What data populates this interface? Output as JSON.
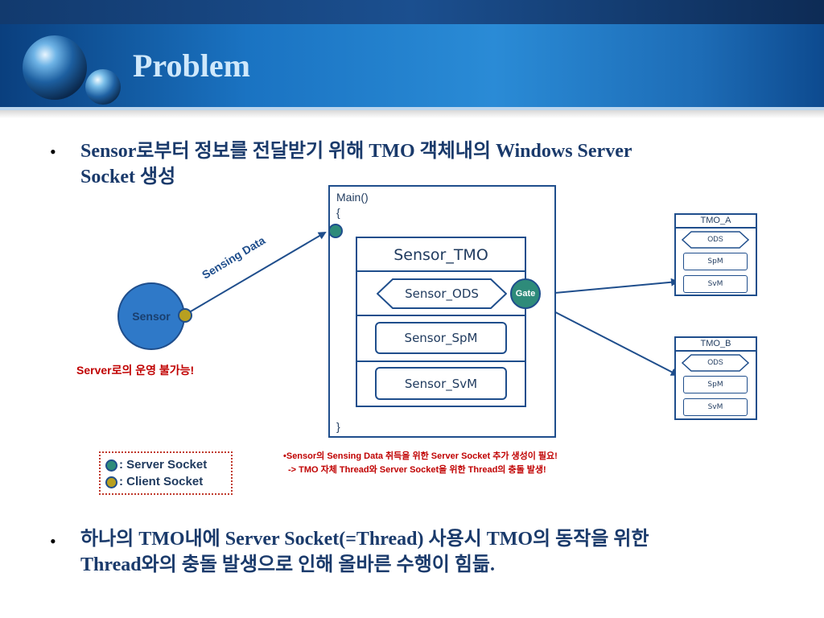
{
  "slide": {
    "title": "Problem",
    "bullet1": {
      "line1": "Sensor로부터 정보를 전달받기 위해 TMO 객체내의 Windows Server",
      "line2": "Socket 생성"
    },
    "bullet2": {
      "line1": "하나의 TMO내에 Server Socket(=Thread) 사용시 TMO의 동작을 위한",
      "line2": "Thread와의 충돌 발생으로 인해 올바른 수행이 힘듦."
    },
    "bullet_glyph": "•"
  },
  "diagram": {
    "main_open": "Main()",
    "brace_open": "{",
    "brace_close": "}",
    "sensor_tmo_title": "Sensor_TMO",
    "sensor_ods": "Sensor_ODS",
    "sensor_spm": "Sensor_SpM",
    "sensor_svm": "Sensor_SvM",
    "gate": "Gate",
    "sensor": "Sensor",
    "sensing_data": "Sensing Data",
    "server_note": "Server로의 운영 불가능!",
    "tmo_a": {
      "title": "TMO_A",
      "ods": "ODS",
      "spm": "SpM",
      "svm": "SvM"
    },
    "tmo_b": {
      "title": "TMO_B",
      "ods": "ODS",
      "spm": "SpM",
      "svm": "SvM"
    },
    "note_line1": "•Sensor의 Sensing Data 취득을 위한 Server Socket 추가 생성이 필요!",
    "note_line2": "-> TMO 자체 Thread와 Server Socket을 위한 Thread의 충돌 발생!"
  },
  "legend": {
    "server_socket": ": Server Socket",
    "client_socket": ": Client Socket"
  },
  "colors": {
    "server_socket": "#2e8b7a",
    "client_socket": "#b8a020",
    "sensor_fill": "#2f79c8",
    "line": "#1f4e8c",
    "note_red": "#c00000"
  }
}
